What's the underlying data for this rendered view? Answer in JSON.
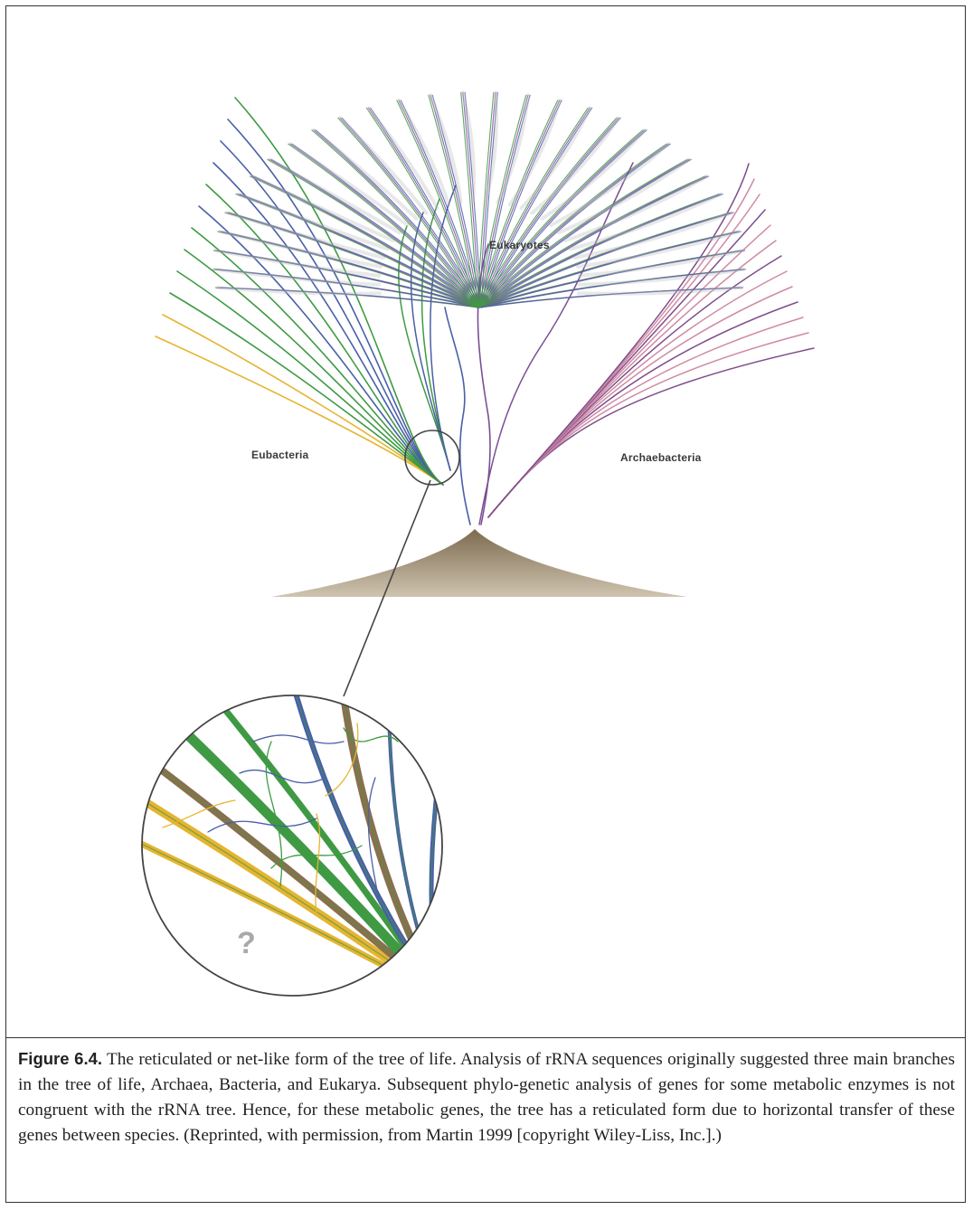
{
  "figure": {
    "labels": {
      "eukaryotes": "Eukaryotes",
      "eubacteria": "Eubacteria",
      "archaebacteria": "Archaebacteria",
      "unknown": "?"
    },
    "colors": {
      "eubacteria_gold": "#e6b432",
      "eubacteria_green": "#3f9a43",
      "eubacteria_blue": "#4a5fa8",
      "eukaryote_purple": "#7b4f96",
      "archae_pink": "#d08aa5",
      "archae_purple": "#7d4f8c",
      "root_brown": "#8c7553",
      "magnified_brown": "#8c6e4e"
    }
  },
  "caption": {
    "figure_number": "Figure 6.4.",
    "text": "The reticulated or net-like form of the tree of life. Analysis of rRNA sequences originally suggested three main branches in the tree of life, Archaea, Bacteria, and Eukarya. Subsequent phylo-genetic analysis of genes for some metabolic enzymes is not congruent with the rRNA tree. Hence, for these metabolic genes, the tree has a reticulated form due to horizontal transfer of these genes between species. (Reprinted, with permission, from Martin 1999 [copyright Wiley-Liss, Inc.].)"
  }
}
